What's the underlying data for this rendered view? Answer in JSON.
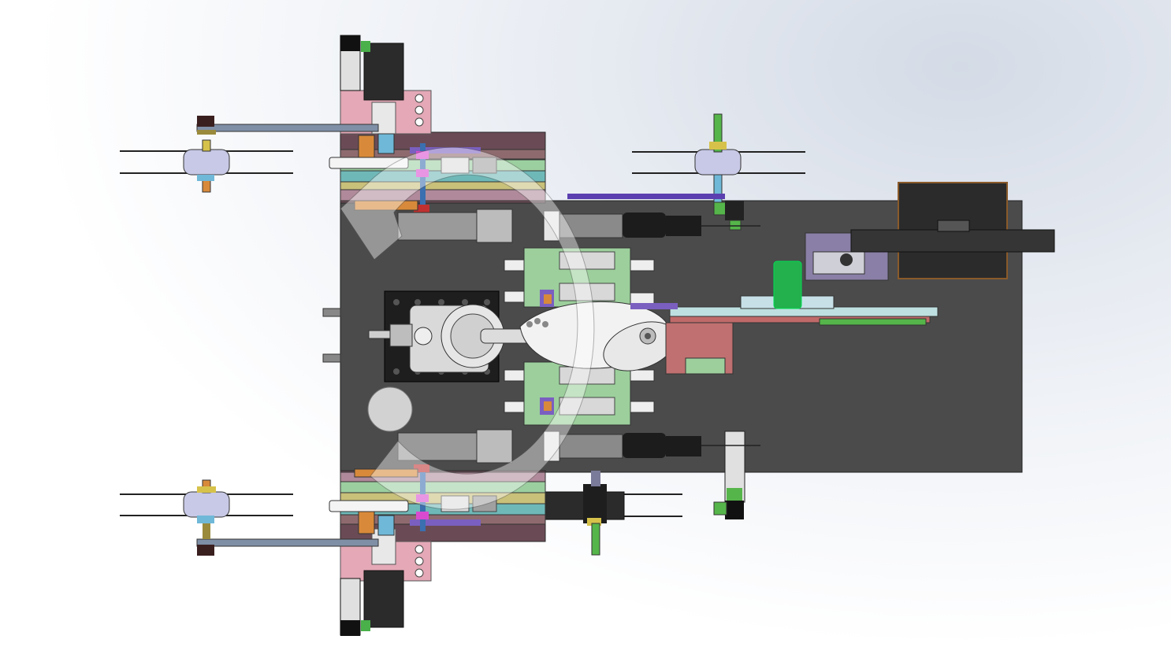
{
  "viewport": {
    "background_gradient": [
      "#d4dbe6",
      "#eef1f6",
      "#ffffff"
    ]
  },
  "colors": {
    "base_plate": "#4a4a4a",
    "motor_frame": "#c99aa5",
    "motor_body": "#2b2b2b",
    "slide_green": "#9ccf9c",
    "slide_teal": "#6fb8b8",
    "slide_purple": "#8a6fc0",
    "wire_spool": "#c7c9e6",
    "shaft_green": "#55b54a",
    "highlight_magenta": "#d84bd0",
    "red_block": "#b86a6a",
    "tool_white": "#f2f2f2",
    "transparent_disc": "#ffffff"
  },
  "components": {
    "spools": [
      "wire-spool-top-left",
      "wire-spool-bottom-left",
      "wire-spool-top-right",
      "wire-spool-bottom-right"
    ],
    "motors": [
      "stepper-motor-top",
      "stepper-motor-bottom"
    ],
    "robot": "scara-robot-arm",
    "index_table": "rotary-index-disc",
    "control": "control-box"
  }
}
